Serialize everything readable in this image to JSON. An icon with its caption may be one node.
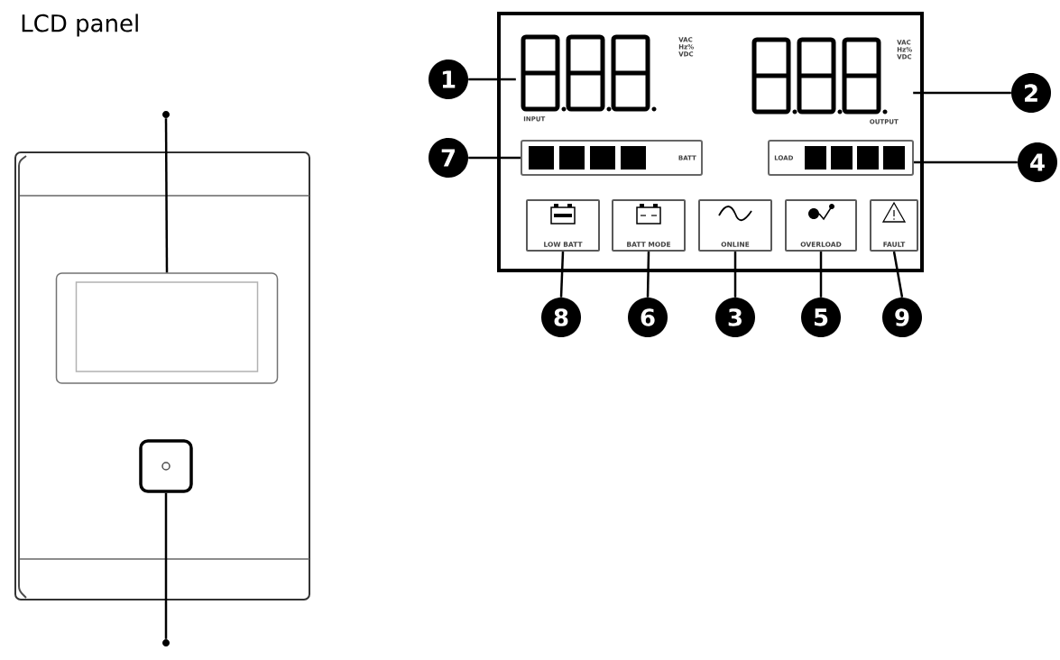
{
  "diagram": {
    "title": "LCD panel",
    "nodes": [
      {
        "text": [
          "1"
        ]
      },
      {
        "text": [
          "2"
        ]
      },
      {
        "text": [
          "7"
        ]
      },
      {
        "text": [
          "4"
        ]
      },
      {
        "text": [],
        "shape": "box"
      },
      {
        "text": [
          "VAC Hz% VDC",
          "INPUT"
        ],
        "in": 4
      },
      {
        "text": [
          "VAC Hz% VDC",
          "OUTPUT"
        ],
        "in": 4
      },
      {
        "text": [
          "BATT"
        ],
        "in": 4
      },
      {
        "text": [
          "LOAD"
        ],
        "in": 4
      },
      {
        "text": [
          "LOW BATT"
        ],
        "in": 4
      },
      {
        "text": [
          "BATT MODE"
        ],
        "in": 4
      },
      {
        "text": [
          "ONLINE"
        ],
        "in": 4
      },
      {
        "text": [
          "OVERLOAD"
        ],
        "in": 4
      },
      {
        "text": [
          "FAULT"
        ],
        "in": 4
      },
      {
        "text": [
          "8"
        ]
      },
      {
        "text": [
          "6"
        ]
      },
      {
        "text": [
          "3"
        ]
      },
      {
        "text": [
          "5"
        ]
      },
      {
        "text": [
          "9"
        ]
      },
      {
        "text": [],
        "shape": "box"
      },
      {
        "text": [],
        "shape": "box",
        "in": 19
      },
      {
        "text": [],
        "shape": "box",
        "in": 19
      },
      {
        "text": [],
        "shape": "circle"
      },
      {
        "text": [],
        "shape": "circle"
      }
    ],
    "edges": [
      {
        "from": 0,
        "to": 5,
        "arrow": "none"
      },
      {
        "from": 1,
        "to": 6,
        "arrow": "none"
      },
      {
        "from": 2,
        "to": 7,
        "arrow": "none"
      },
      {
        "from": 3,
        "to": 8,
        "arrow": "none"
      },
      {
        "from": 14,
        "to": 9,
        "arrow": "none"
      },
      {
        "from": 15,
        "to": 10,
        "arrow": "none"
      },
      {
        "from": 16,
        "to": 11,
        "arrow": "none"
      },
      {
        "from": 17,
        "to": 12,
        "arrow": "none"
      },
      {
        "from": 18,
        "to": 13,
        "arrow": "none"
      },
      {
        "from": 22,
        "to": 20,
        "arrow": "none"
      },
      {
        "from": 23,
        "to": 21,
        "arrow": "none"
      }
    ]
  }
}
